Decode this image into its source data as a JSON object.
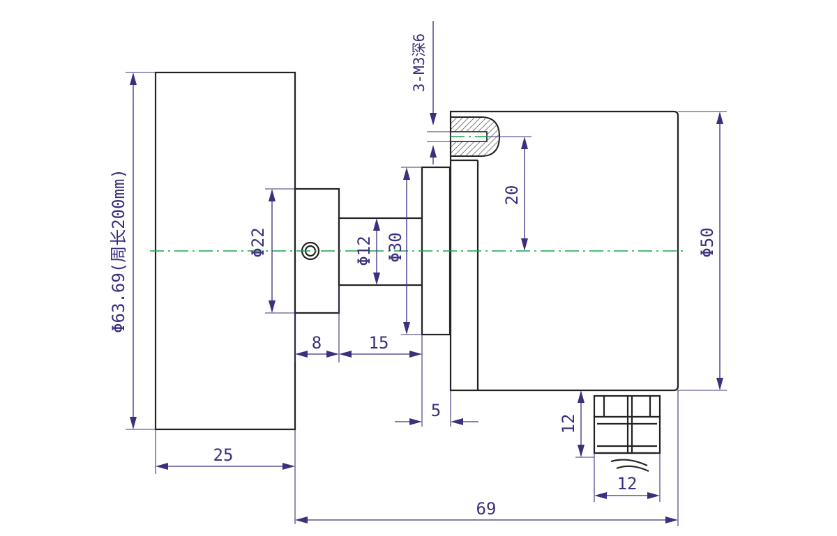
{
  "colors": {
    "outline": "#222222",
    "dimension": "#3c2f7d",
    "centerline": "#17a34a",
    "background": "#ffffff"
  },
  "dimensions": {
    "wheel_diameter": "Φ63.69(周长200mm)",
    "hub_diameter": "Φ22",
    "shaft_diameter": "Φ12",
    "flange_diameter": "Φ30",
    "body_diameter": "Φ50",
    "hole_spec": "3-M3深6",
    "hole_offset": "20",
    "hub_length": "8",
    "shaft_length": "15",
    "flange_thickness": "5",
    "wheel_width": "25",
    "connector_height": "12",
    "connector_width": "12",
    "overall_length": "69"
  }
}
